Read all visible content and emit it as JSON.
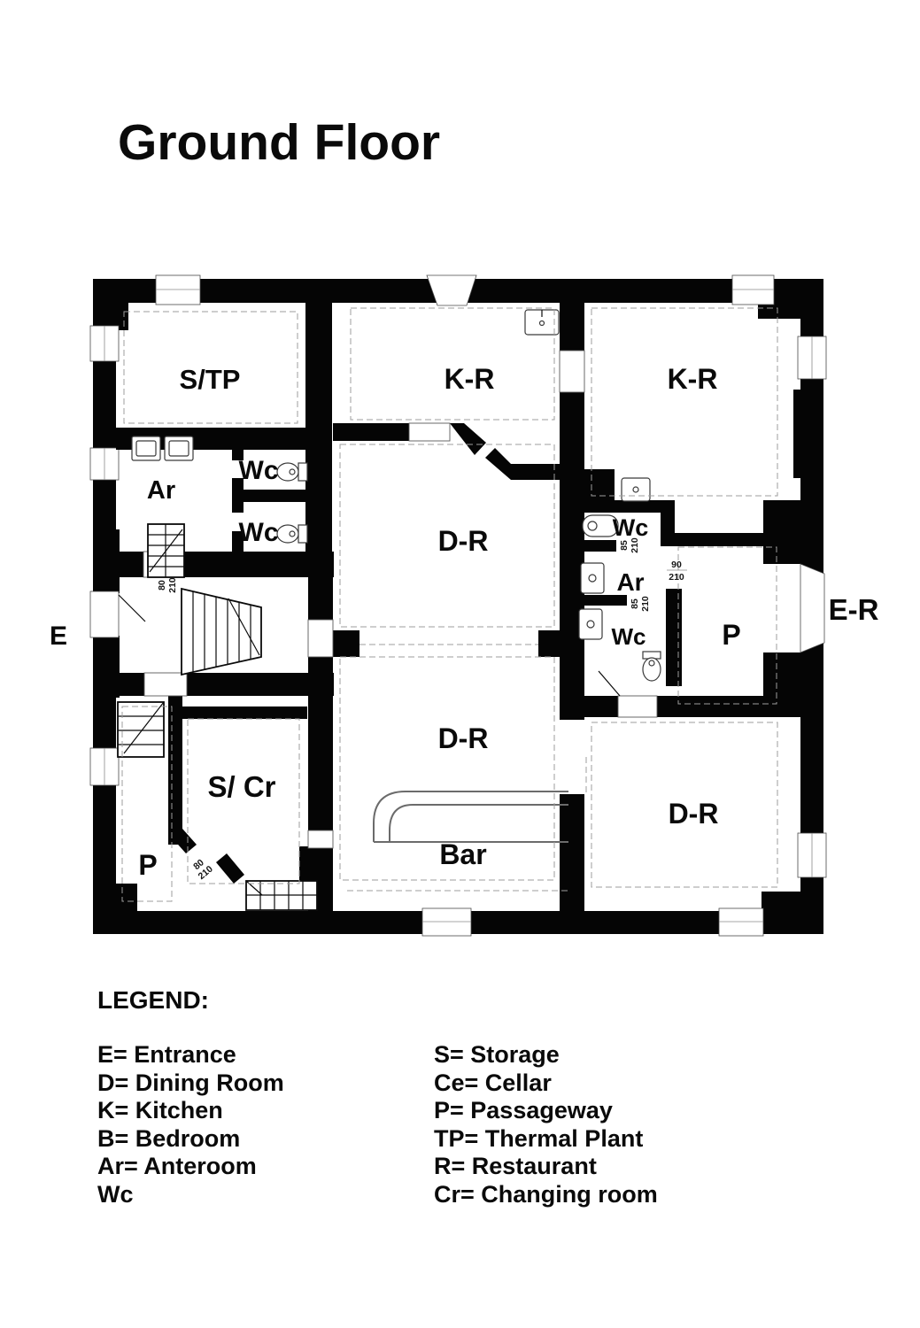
{
  "title": "Ground Floor",
  "plan": {
    "rooms": {
      "stp": "S/TP",
      "kr_mid": "K-R",
      "kr_right": "K-R",
      "wc_left_1": "Wc",
      "ar_left": "Ar",
      "wc_left_2": "Wc",
      "dr_mid": "D-R",
      "wc_right_top": "Wc",
      "ar_right": "Ar",
      "wc_right_low": "Wc",
      "p_right": "P",
      "dr_lower": "D-R",
      "bar": "Bar",
      "s_cr": "S/ Cr",
      "p_left": "P",
      "dr_bottom_right": "D-R",
      "entrance": "E",
      "entrance_restaurant": "E-R"
    },
    "dims": {
      "d1": {
        "w": "80",
        "h": "210"
      },
      "d2": {
        "w": "85",
        "h": "210"
      },
      "d3": {
        "w": "90",
        "h": "210"
      },
      "d4": {
        "w": "85",
        "h": "210"
      },
      "d5": {
        "w": "80",
        "h": "210"
      }
    }
  },
  "legend": {
    "heading": "LEGEND:",
    "left": [
      "E= Entrance",
      "D= Dining Room",
      "K= Kitchen",
      "B= Bedroom",
      "Ar= Anteroom",
      "Wc"
    ],
    "right": [
      "S= Storage",
      "Ce= Cellar",
      "P= Passageway",
      "TP= Thermal Plant",
      "R= Restaurant",
      "Cr= Changing room"
    ]
  }
}
